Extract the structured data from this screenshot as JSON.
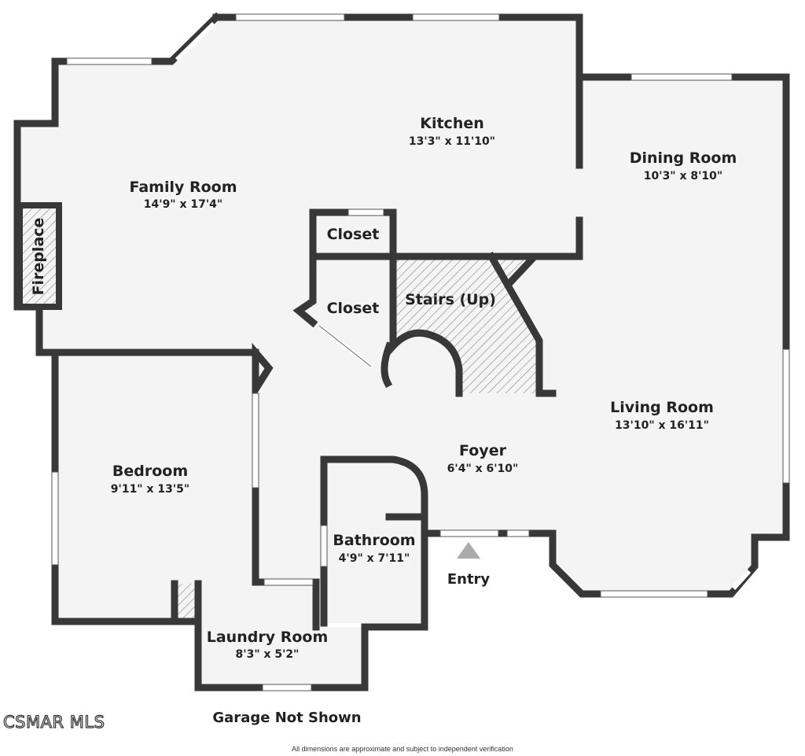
{
  "rooms": {
    "kitchen": {
      "name": "Kitchen",
      "dims": "13'3\" x 11'10\""
    },
    "family_room": {
      "name": "Family Room",
      "dims": "14'9\" x 17'4\""
    },
    "dining_room": {
      "name": "Dining Room",
      "dims": "10'3\" x 8'10\""
    },
    "closet_upper": {
      "name": "Closet"
    },
    "closet_lower": {
      "name": "Closet"
    },
    "stairs": {
      "name": "Stairs (Up)"
    },
    "living_room": {
      "name": "Living Room",
      "dims": "13'10\" x 16'11\""
    },
    "foyer": {
      "name": "Foyer",
      "dims": "6'4\" x 6'10\""
    },
    "bedroom": {
      "name": "Bedroom",
      "dims": "9'11\" x 13'5\""
    },
    "bathroom": {
      "name": "Bathroom",
      "dims": "4'9\" x 7'11\""
    },
    "laundry_room": {
      "name": "Laundry Room",
      "dims": "8'3\" x 5'2\""
    },
    "fireplace": {
      "name": "Fireplace"
    }
  },
  "entry": {
    "label": "Entry"
  },
  "note": "Garage Not Shown",
  "watermark": "CSMAR MLS",
  "disclaimer": "All dimensions are approximate and subject to independent verification",
  "colors": {
    "wall": "#383838",
    "floor": "#f4f4f4",
    "window": "#ffffff",
    "arrow": "#aaaaaa"
  }
}
